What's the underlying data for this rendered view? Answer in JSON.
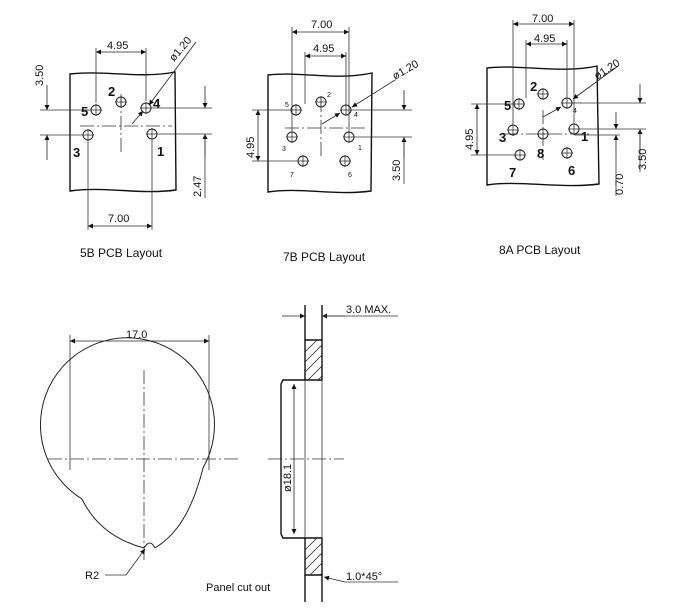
{
  "layouts": {
    "l5b": {
      "caption": "5B PCB Layout",
      "dims": {
        "d_inner": "4.95",
        "d_hole": "ø1.20",
        "d_top": "3.50",
        "d_bottom": "7.00",
        "d_right": "2.47"
      },
      "pins": {
        "p1": "1",
        "p2": "2",
        "p3": "3",
        "p4": "4",
        "p5": "5"
      }
    },
    "l7b": {
      "caption": "7B PCB Layout",
      "dims": {
        "d_top": "7.00",
        "d_inner": "4.95",
        "d_hole": "ø1.20",
        "d_left": "4.95",
        "d_right": "3.50"
      },
      "pins": {
        "p1": "1",
        "p2": "2",
        "p3": "3",
        "p4": "4",
        "p5": "5",
        "p6": "6",
        "p7": "7"
      }
    },
    "l8a": {
      "caption": "8A PCB Layout",
      "dims": {
        "d_top": "7.00",
        "d_inner": "4.95",
        "d_hole": "ø1.20",
        "d_left": "4.95",
        "d_right": "3.50",
        "d_bottom": "0.70"
      },
      "pins": {
        "p1": "1",
        "p2": "2",
        "p3": "3",
        "p4": "4",
        "p5": "5",
        "p6": "6",
        "p7": "7",
        "p8": "8"
      }
    }
  },
  "panel": {
    "caption": "Panel cut out",
    "width": "17.0",
    "radius": "R2",
    "thickness": "3.0  MAX.",
    "hole": "ø18.1",
    "chamfer": "1.0*45°"
  }
}
